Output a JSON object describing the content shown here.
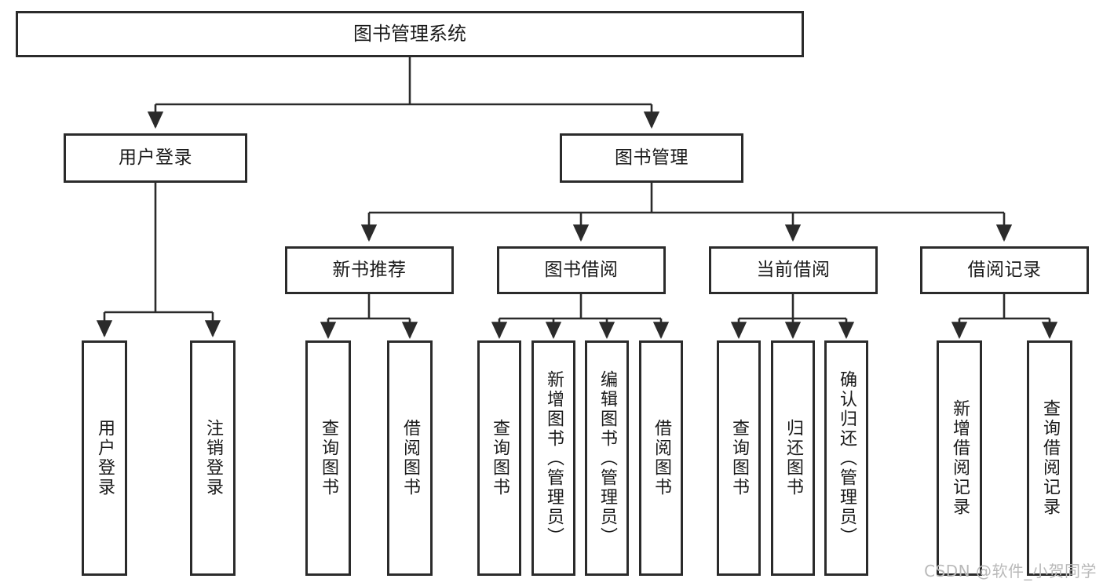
{
  "diagram": {
    "type": "tree-hierarchy-chart",
    "title": "图书管理系统",
    "watermark": "CSDN @软件_小贺同学",
    "colors": {
      "stroke": "#2b2b2b",
      "fill": "#ffffff",
      "text": "#1a1a1a",
      "watermark": "#b9b9b9"
    },
    "levels": {
      "root": {
        "label": "图书管理系统"
      },
      "level2": [
        {
          "label": "用户登录"
        },
        {
          "label": "图书管理"
        }
      ],
      "level3": [
        {
          "label": "新书推荐"
        },
        {
          "label": "图书借阅"
        },
        {
          "label": "当前借阅"
        },
        {
          "label": "借阅记录"
        }
      ],
      "leaves": {
        "user_login": [
          {
            "label": "用户登录"
          },
          {
            "label": "注销登录"
          }
        ],
        "new_book": [
          {
            "label": "查询图书"
          },
          {
            "label": "借阅图书"
          }
        ],
        "borrow": [
          {
            "label": "查询图书"
          },
          {
            "label": "新增图书（管理员）"
          },
          {
            "label": "编辑图书（管理员）"
          },
          {
            "label": "借阅图书"
          }
        ],
        "current": [
          {
            "label": "查询图书"
          },
          {
            "label": "归还图书"
          },
          {
            "label": "确认归还（管理员）"
          }
        ],
        "records": [
          {
            "label": "新增借阅记录"
          },
          {
            "label": "查询借阅记录"
          }
        ]
      }
    }
  }
}
